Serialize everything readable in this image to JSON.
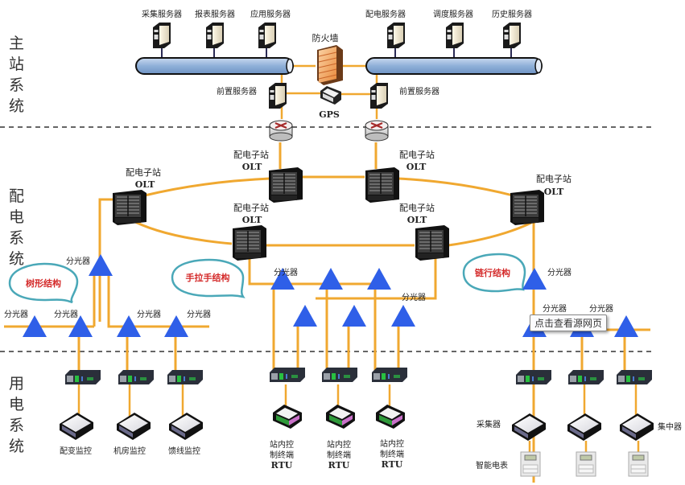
{
  "sections": {
    "master": "主站系统",
    "distribution": "配电系统",
    "consumption": "用电系统"
  },
  "master_station": {
    "left_servers": [
      "采集服务器",
      "报表服务器",
      "应用服务器"
    ],
    "right_servers": [
      "配电服务器",
      "调度服务器",
      "历史服务器"
    ],
    "firewall": "防火墙",
    "gps": "GPS",
    "front_server_left": "前置服务器",
    "front_server_right": "前置服务器"
  },
  "olt": {
    "name": "配电子站",
    "sub": "OLT",
    "count": 6
  },
  "topologies": {
    "tree": "树形结构",
    "hand_in_hand": "手拉手结构",
    "chain": "链行结构"
  },
  "splitter_label": "分光器",
  "consumption": {
    "tree_terminals": [
      "配变监控",
      "机房监控",
      "馈线监控"
    ],
    "rtu_line1": "站内控",
    "rtu_line2": "制终端",
    "rtu_line3": "RTU",
    "collector": "采集器",
    "concentrator": "集中器",
    "smart_meter": "智能电表"
  },
  "tooltip": "点击查看源网页",
  "colors": {
    "fiber": "#f0a830",
    "splitter": "#2f5fe8",
    "bubble_border": "#4aa8b8",
    "bubble_text": "#d42a2a",
    "bus": "#8fb0d8"
  }
}
